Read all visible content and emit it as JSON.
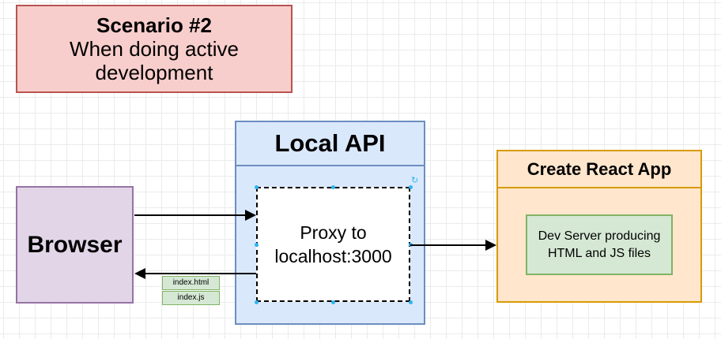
{
  "scenario": {
    "title": "Scenario #2",
    "subtitle": "When doing active development"
  },
  "browser": {
    "label": "Browser"
  },
  "local_api": {
    "title": "Local API",
    "proxy_line1": "Proxy to",
    "proxy_line2": "localhost:3000"
  },
  "create_react_app": {
    "title": "Create React App",
    "dev_server_label": "Dev Server producing HTML and JS files"
  },
  "files": [
    "index.html",
    "index.js"
  ],
  "colors": {
    "scenario_fill": "#f8cecc",
    "scenario_stroke": "#b85450",
    "browser_fill": "#e1d5e7",
    "browser_stroke": "#9673a6",
    "api_fill": "#dae8fc",
    "api_stroke": "#6c8ebf",
    "cra_fill": "#ffe6cc",
    "cra_stroke": "#d79b00",
    "green_fill": "#d5e8d4",
    "green_stroke": "#82b366",
    "selection_handle": "#29b6f2"
  },
  "icons": [
    "rotate-icon"
  ]
}
